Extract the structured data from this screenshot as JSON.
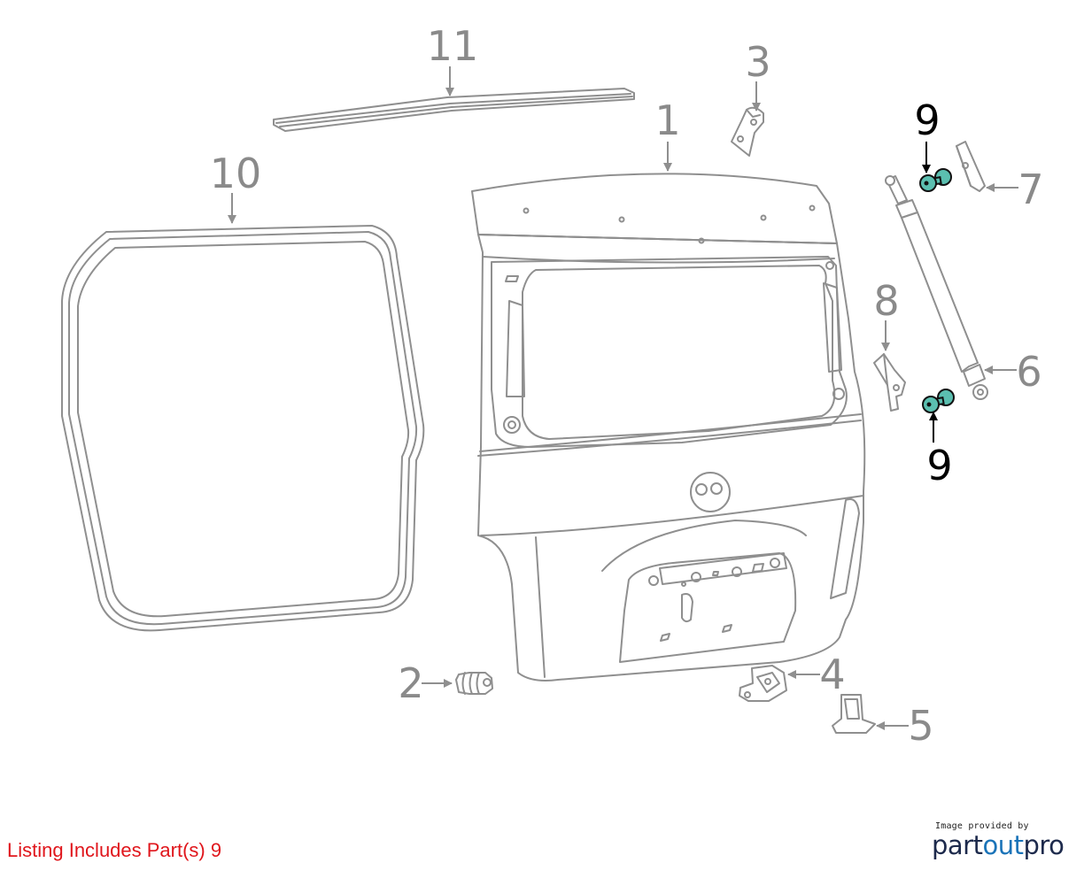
{
  "callouts": [
    {
      "id": "c1",
      "label": "1"
    },
    {
      "id": "c2",
      "label": "2"
    },
    {
      "id": "c3",
      "label": "3"
    },
    {
      "id": "c4",
      "label": "4"
    },
    {
      "id": "c5",
      "label": "5"
    },
    {
      "id": "c6",
      "label": "6"
    },
    {
      "id": "c7",
      "label": "7"
    },
    {
      "id": "c8",
      "label": "8"
    },
    {
      "id": "c9a",
      "label": "9"
    },
    {
      "id": "c9b",
      "label": "9"
    },
    {
      "id": "c10",
      "label": "10"
    },
    {
      "id": "c11",
      "label": "11"
    }
  ],
  "caption": "Listing Includes Part(s) 9",
  "credit": {
    "small": "Image provided by",
    "brand_part1": "part",
    "brand_part2": "out",
    "brand_part3": "pro"
  },
  "colors": {
    "line": "#8f8f8f",
    "label": "#8a8a8a",
    "highlight_fill": "#5bbfb0",
    "highlight_label": "#000000",
    "caption": "#e0161c",
    "brand_dark": "#1d2a4c",
    "brand_blue": "#1a73b8"
  }
}
